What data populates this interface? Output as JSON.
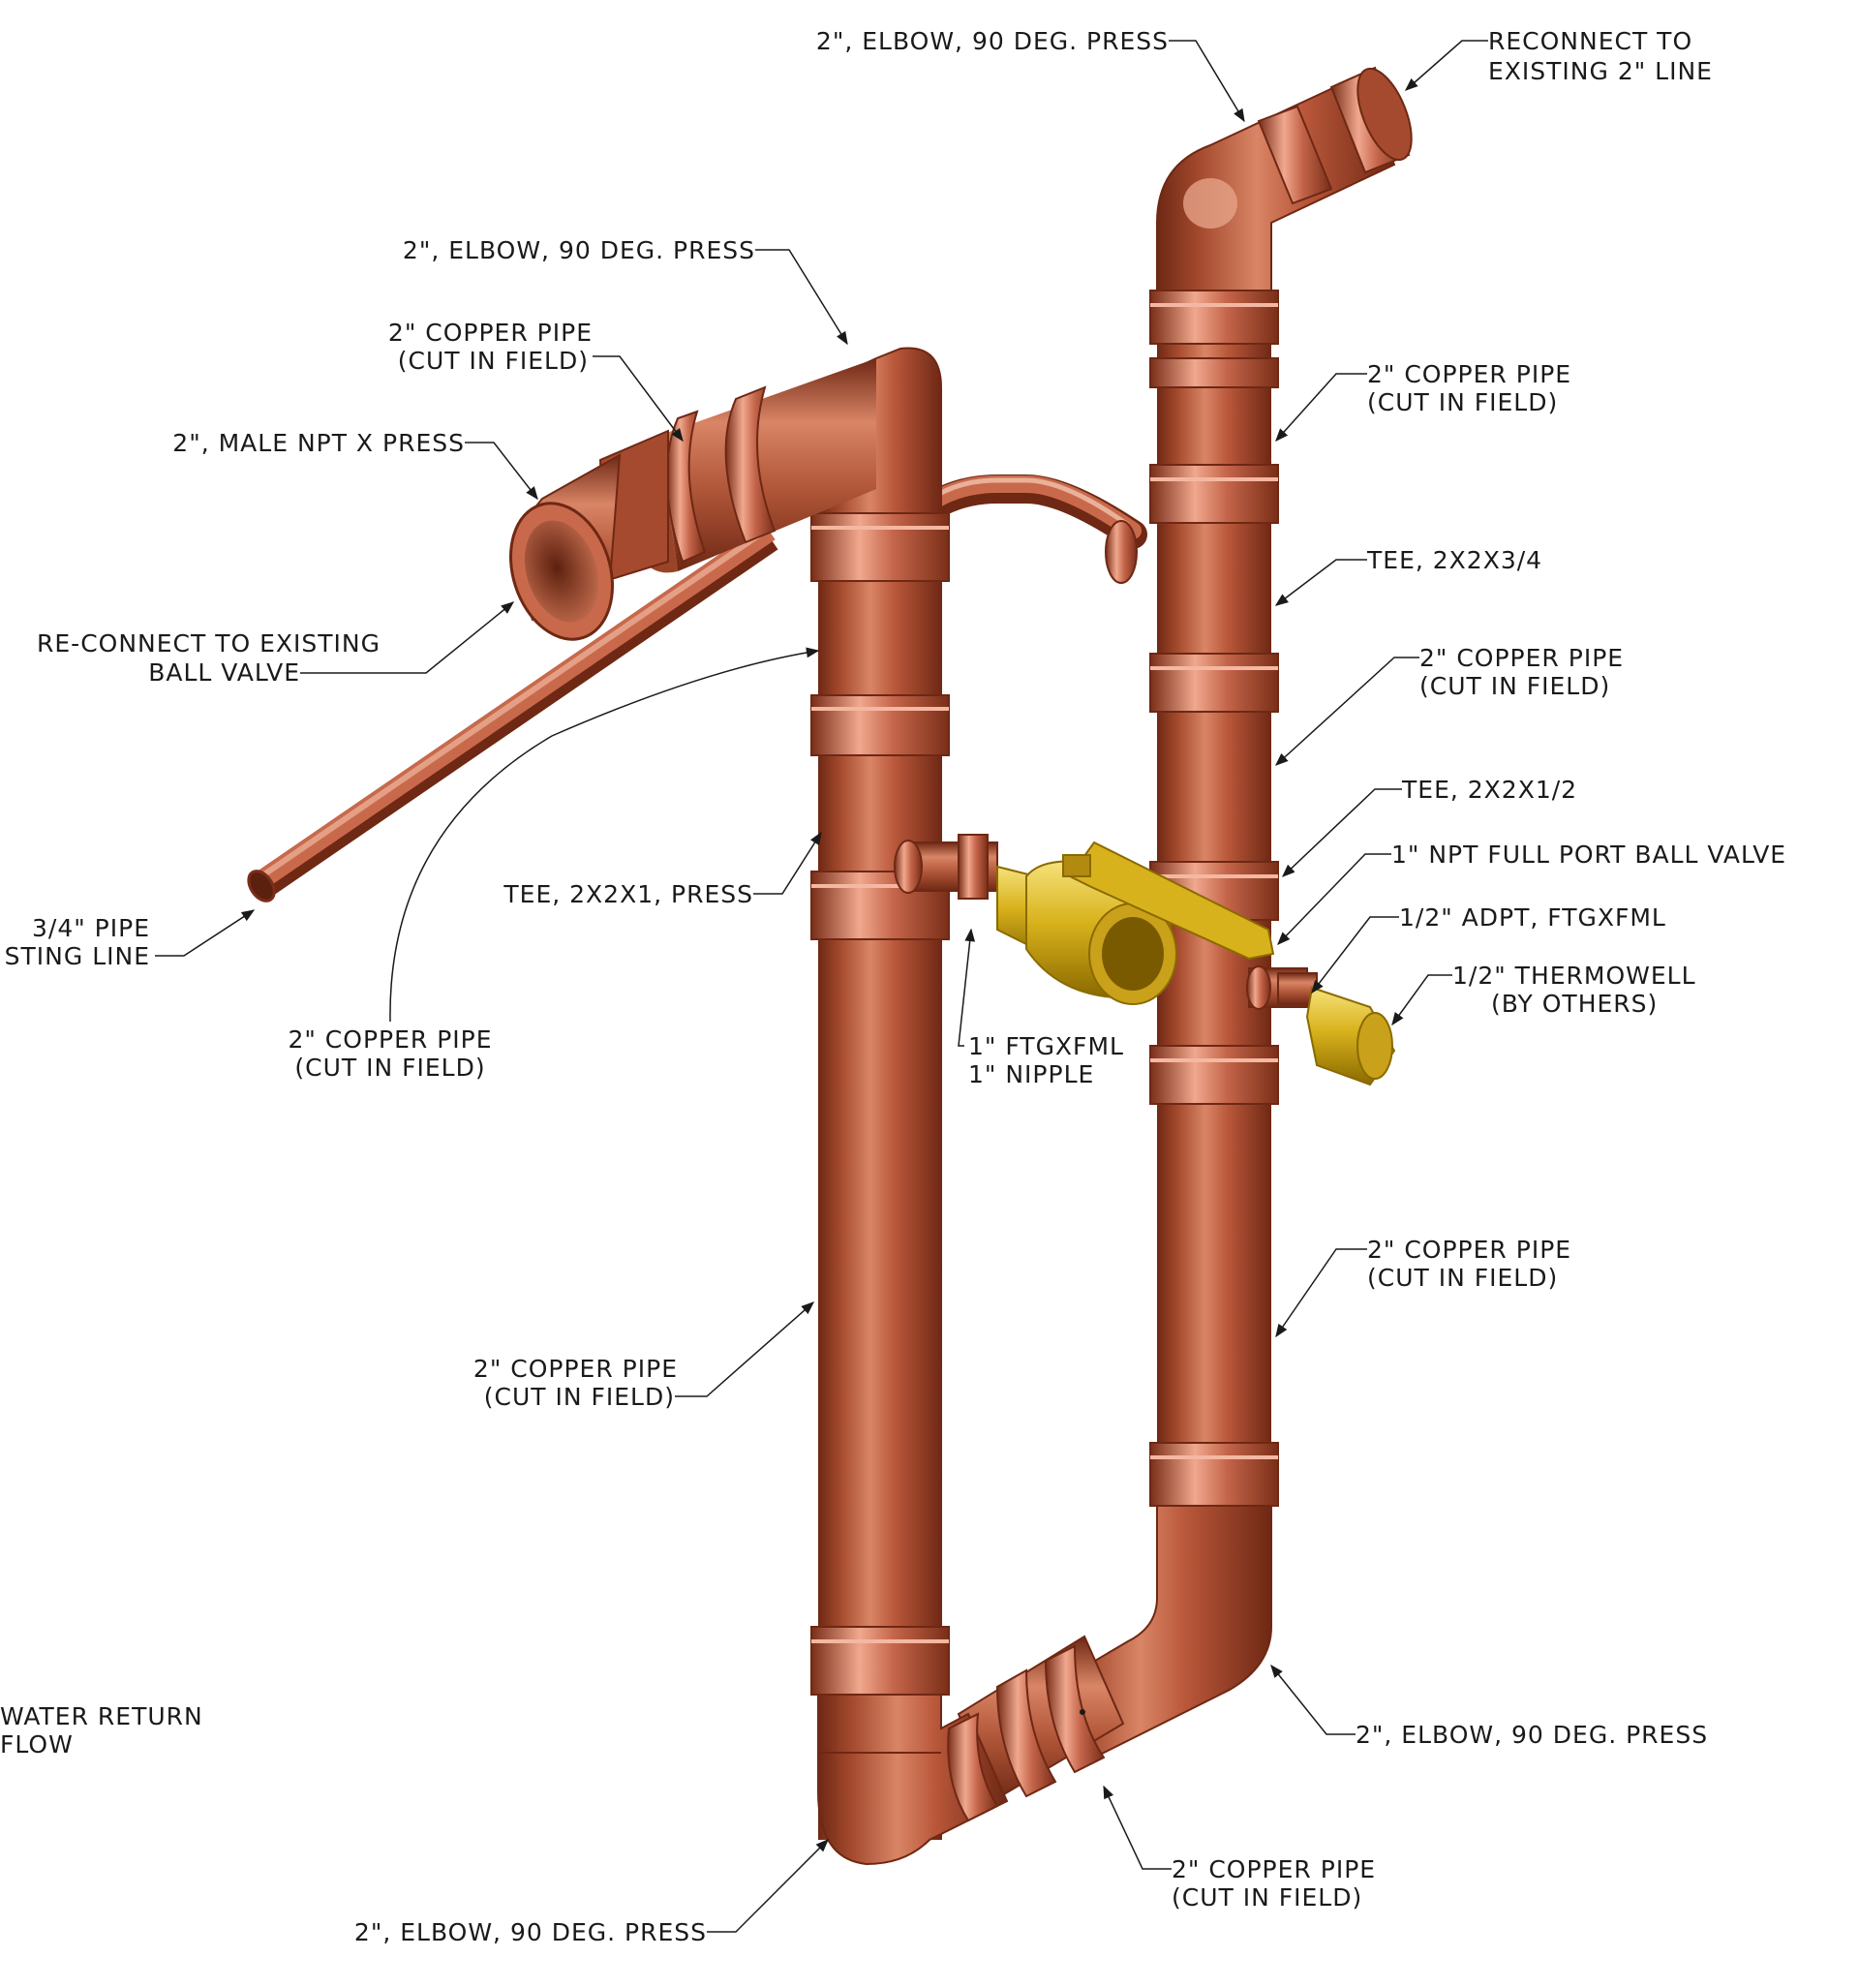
{
  "colors": {
    "copper_dark": "#7a2e18",
    "copper_mid": "#b3583a",
    "copper_light": "#e2957a",
    "brass_dark": "#8a6a00",
    "brass_mid": "#d8b21c",
    "brass_light": "#f6e27a",
    "leader": "#1a1a1a"
  },
  "labels": {
    "elbow_top_right": "2\", ELBOW, 90 DEG. PRESS",
    "reconnect_2in": [
      "RECONNECT TO",
      "EXISTING 2\" LINE"
    ],
    "elbow_top_left": "2\", ELBOW, 90 DEG. PRESS",
    "pipe_left_top": [
      "2\" COPPER PIPE",
      "(CUT IN FIELD)"
    ],
    "male_npt": "2\", MALE NPT X PRESS",
    "reconnect_ball_valve": [
      "RE-CONNECT TO EXISTING",
      "BALL VALVE"
    ],
    "pipe_right_top": [
      "2\" COPPER PIPE",
      "(CUT IN FIELD)"
    ],
    "tee_34": "TEE, 2X2X3/4",
    "pipe_right_mid": [
      "2\" COPPER PIPE",
      "(CUT IN FIELD)"
    ],
    "tee_12": "TEE, 2X2X1/2",
    "ball_valve_1in": "1\" NPT FULL PORT BALL VALVE",
    "adapter_12": "1/2\" ADPT, FTGXFML",
    "thermowell": [
      "1/2\" THERMOWELL",
      "(BY OTHERS)"
    ],
    "tee_1": "TEE, 2X2X1, PRESS",
    "pipe_34": [
      "3/4\" PIPE",
      "STING LINE"
    ],
    "ftg_nipple": [
      "1\" FTGXFML",
      "1\" NIPPLE"
    ],
    "pipe_left_mid": [
      "2\" COPPER PIPE",
      "(CUT IN FIELD)"
    ],
    "pipe_right_low": [
      "2\" COPPER PIPE",
      "(CUT IN FIELD)"
    ],
    "pipe_left_low": [
      "2\" COPPER PIPE",
      "(CUT IN FIELD)"
    ],
    "water_return": [
      "WATER RETURN",
      "FLOW"
    ],
    "elbow_bottom_right": "2\", ELBOW, 90 DEG. PRESS",
    "pipe_bottom": [
      "2\" COPPER PIPE",
      "(CUT IN FIELD)"
    ],
    "elbow_bottom_left": "2\", ELBOW, 90 DEG. PRESS"
  }
}
